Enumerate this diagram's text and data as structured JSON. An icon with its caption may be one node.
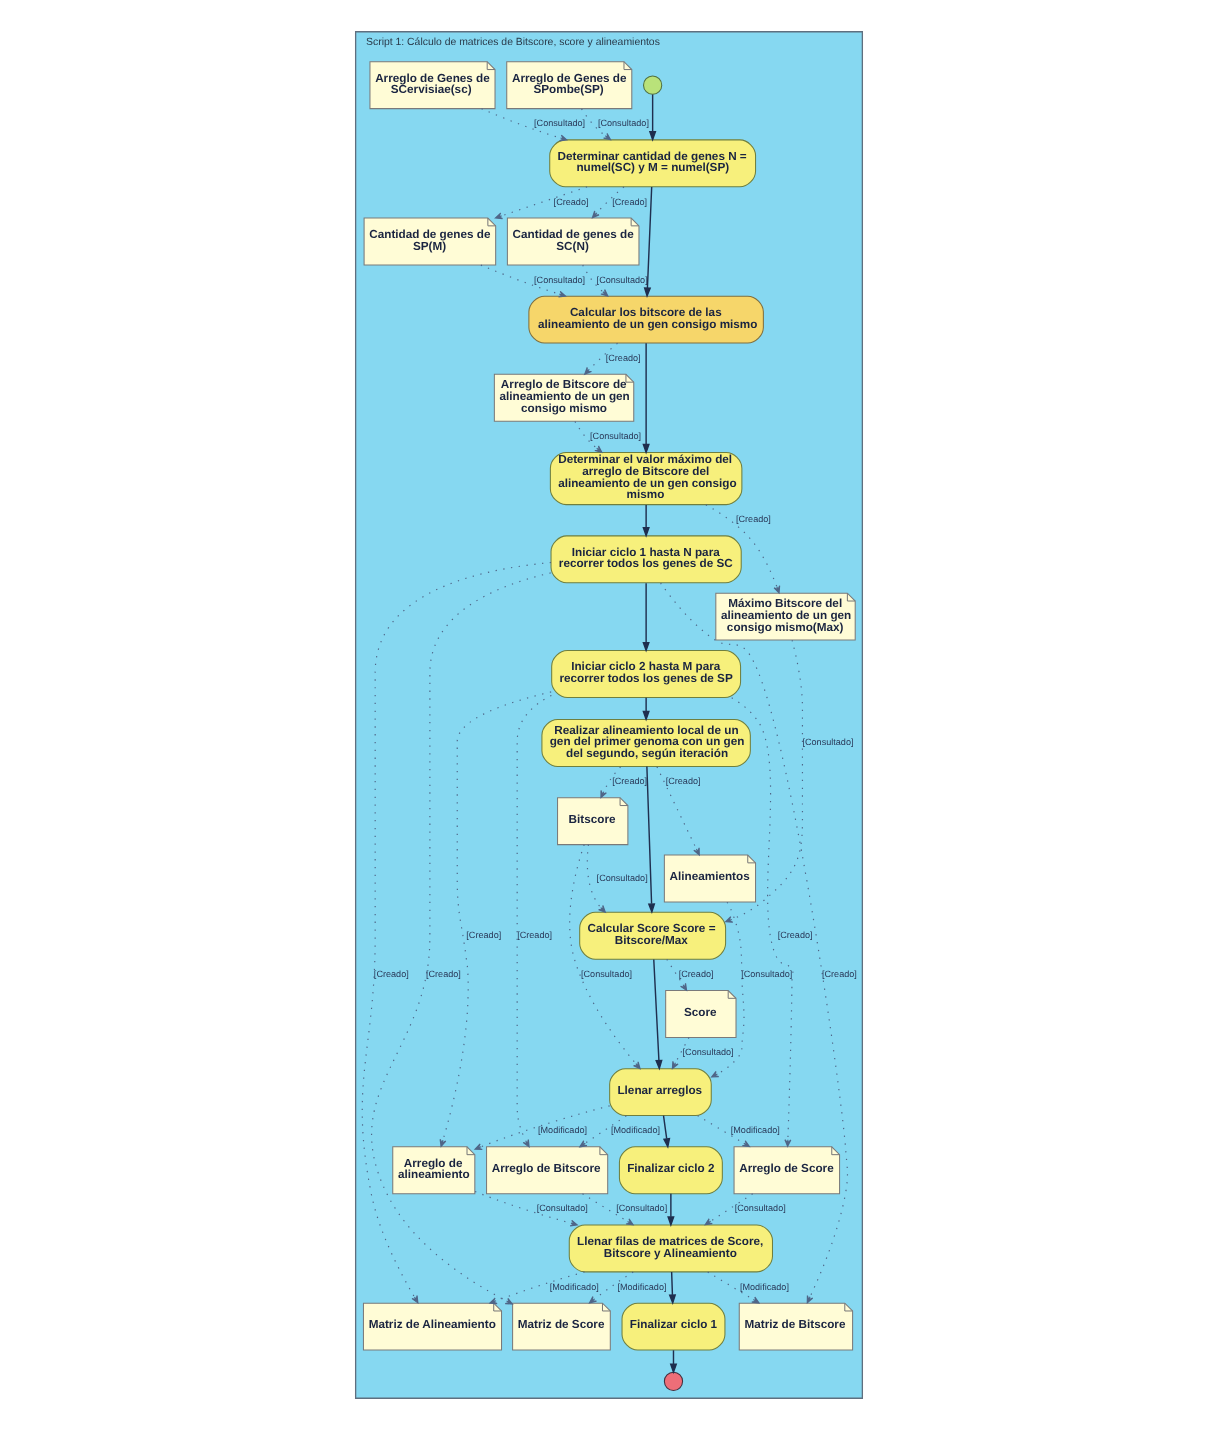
{
  "diagram": {
    "nodes": [
      {
        "text": [
          "Script 1: Cálculo de matrices de Bitscore, score y alineamientos"
        ]
      },
      {
        "text": [],
        "shape": "circle",
        "in": 0
      },
      {
        "text": [
          "Arreglo de Genes de SPombe(SP)"
        ],
        "in": 0
      },
      {
        "text": [
          "Arreglo de Genes de SCervisiae(sc)"
        ],
        "in": 0
      },
      {
        "text": [
          "Determinar cantidad de genes N = numel(SC) y M = numel(SP)"
        ],
        "in": 0
      },
      {
        "text": [
          "Cantidad de genes de SP(M)"
        ],
        "in": 0
      },
      {
        "text": [
          "Cantidad de genes de SC(N)"
        ],
        "in": 0
      },
      {
        "text": [
          "Calcular los bitscore de las alineamiento de un gen consigo mismo"
        ],
        "in": 0
      },
      {
        "text": [
          "Arreglo de Bitscore de alineamiento de un gen consigo mismo"
        ],
        "in": 0
      },
      {
        "text": [
          "Determinar el valor máximo del arreglo de Bitscore del alineamiento de un gen consigo mismo"
        ],
        "in": 0
      },
      {
        "text": [
          "Máximo Bitscore del alineamiento de un gen consigo mismo(Max)"
        ],
        "in": 0
      },
      {
        "text": [
          "Iniciar ciclo 1 hasta N para recorrer todos los genes de SC"
        ],
        "in": 0
      },
      {
        "text": [
          "Iniciar ciclo 2 hasta M para recorrer todos los genes de SP"
        ],
        "in": 0
      },
      {
        "text": [
          "Alineamientos"
        ],
        "in": 0
      },
      {
        "text": [
          "Realizar alineamiento local de un gen del primer genoma con un gen del segundo, según iteración"
        ],
        "in": 0
      },
      {
        "text": [
          "Arreglo de Score"
        ],
        "in": 0
      },
      {
        "text": [
          "Bitscore"
        ],
        "in": 0
      },
      {
        "text": [
          "Score"
        ],
        "in": 0
      },
      {
        "text": [
          "Calcular Score Score = Bitscore/Max"
        ],
        "in": 0
      },
      {
        "text": [
          "Llenar arreglos"
        ],
        "in": 0
      },
      {
        "text": [
          "Arreglo de Bitscore"
        ],
        "in": 0
      },
      {
        "text": [
          "Finalizar ciclo 2"
        ],
        "in": 0
      },
      {
        "text": [
          "Arreglo de alineamiento"
        ],
        "in": 0
      },
      {
        "text": [
          "Llenar filas de matrices de Score, Bitscore y Alineamiento"
        ],
        "in": 0
      },
      {
        "text": [
          "Matriz de Alineamiento"
        ],
        "in": 0
      },
      {
        "text": [
          "Finalizar ciclo 1"
        ],
        "in": 0
      },
      {
        "text": [
          "Matriz de Bitscore"
        ],
        "in": 0
      },
      {
        "text": [
          "Matriz de Score"
        ],
        "in": 0
      },
      {
        "text": [],
        "shape": "circle",
        "in": 0
      }
    ],
    "edges": [
      {
        "from": 1,
        "to": 4,
        "arrow": "to"
      },
      {
        "from": 2,
        "to": 4,
        "arrow": "to",
        "label": "[Consultado]",
        "style": "dashed"
      },
      {
        "from": 3,
        "to": 4,
        "arrow": "to",
        "label": "[Consultado]",
        "style": "dashed"
      },
      {
        "from": 4,
        "to": 6,
        "arrow": "to",
        "label": "[Creado]",
        "style": "dashed"
      },
      {
        "from": 4,
        "to": 5,
        "arrow": "to",
        "label": "[Creado]",
        "style": "dashed"
      },
      {
        "from": 4,
        "to": 7,
        "arrow": "to"
      },
      {
        "from": 5,
        "to": 7,
        "arrow": "to",
        "label": "[Consultado]",
        "style": "dashed"
      },
      {
        "from": 6,
        "to": 7,
        "arrow": "to",
        "label": "[Consultado]",
        "style": "dashed"
      },
      {
        "from": 7,
        "to": 8,
        "arrow": "to",
        "label": "[Creado]",
        "style": "dashed"
      },
      {
        "from": 7,
        "to": 9,
        "arrow": "to"
      },
      {
        "from": 8,
        "to": 9,
        "arrow": "to",
        "label": "[Consultado]",
        "style": "dashed"
      },
      {
        "from": 9,
        "to": 10,
        "arrow": "to",
        "label": "[Creado]",
        "style": "dashed"
      },
      {
        "from": 9,
        "to": 11,
        "arrow": "to"
      },
      {
        "from": 11,
        "to": 27,
        "arrow": "to",
        "label": "[Creado]",
        "style": "dashed"
      },
      {
        "from": 11,
        "to": 26,
        "arrow": "to",
        "label": "[Creado]",
        "style": "dashed"
      },
      {
        "from": 11,
        "to": 24,
        "arrow": "to",
        "label": "[Creado]",
        "style": "dashed"
      },
      {
        "from": 11,
        "to": 12,
        "arrow": "to"
      },
      {
        "from": 12,
        "to": 15,
        "arrow": "to",
        "label": "[Creado]",
        "style": "dashed"
      },
      {
        "from": 12,
        "to": 20,
        "arrow": "to",
        "label": "[Creado]",
        "style": "dashed"
      },
      {
        "from": 12,
        "to": 22,
        "arrow": "to",
        "label": "[Creado]",
        "style": "dashed"
      },
      {
        "from": 12,
        "to": 14,
        "arrow": "to"
      },
      {
        "from": 14,
        "to": 13,
        "arrow": "to",
        "label": "[Creado]",
        "style": "dashed"
      },
      {
        "from": 14,
        "to": 16,
        "arrow": "to",
        "label": "[Creado]",
        "style": "dashed"
      },
      {
        "from": 14,
        "to": 18,
        "arrow": "to"
      },
      {
        "from": 16,
        "to": 18,
        "arrow": "to",
        "label": "[Consultado]",
        "style": "dashed"
      },
      {
        "from": 10,
        "to": 18,
        "arrow": "to",
        "label": "[Consultado]",
        "style": "dashed"
      },
      {
        "from": 18,
        "to": 17,
        "arrow": "to",
        "label": "[Creado]",
        "style": "dashed"
      },
      {
        "from": 18,
        "to": 19,
        "arrow": "to"
      },
      {
        "from": 17,
        "to": 19,
        "arrow": "to",
        "label": "[Consultado]",
        "style": "dashed"
      },
      {
        "from": 16,
        "to": 19,
        "arrow": "to",
        "label": "[Consultado]",
        "style": "dashed"
      },
      {
        "from": 13,
        "to": 19,
        "arrow": "to",
        "label": "[Consultado]",
        "style": "dashed"
      },
      {
        "from": 19,
        "to": 15,
        "arrow": "to",
        "label": "[Modificado]",
        "style": "dashed"
      },
      {
        "from": 19,
        "to": 20,
        "arrow": "to",
        "label": "[Modificado]",
        "style": "dashed"
      },
      {
        "from": 19,
        "to": 22,
        "arrow": "to",
        "label": "[Modificado]",
        "style": "dashed"
      },
      {
        "from": 19,
        "to": 21,
        "arrow": "to"
      },
      {
        "from": 21,
        "to": 23,
        "arrow": "to"
      },
      {
        "from": 22,
        "to": 23,
        "arrow": "to",
        "label": "[Consultado]",
        "style": "dashed"
      },
      {
        "from": 15,
        "to": 23,
        "arrow": "to",
        "label": "[Consultado]",
        "style": "dashed"
      },
      {
        "from": 20,
        "to": 23,
        "arrow": "to",
        "label": "[Consultado]",
        "style": "dashed"
      },
      {
        "from": 23,
        "to": 24,
        "arrow": "to",
        "label": "[Modificado]",
        "style": "dashed"
      },
      {
        "from": 23,
        "to": 26,
        "arrow": "to",
        "label": "[Modificado]",
        "style": "dashed"
      },
      {
        "from": 23,
        "to": 27,
        "arrow": "to",
        "label": "[Modificado]",
        "style": "dashed"
      },
      {
        "from": 23,
        "to": 25,
        "arrow": "to"
      },
      {
        "from": 25,
        "to": 28,
        "arrow": "to"
      }
    ]
  }
}
